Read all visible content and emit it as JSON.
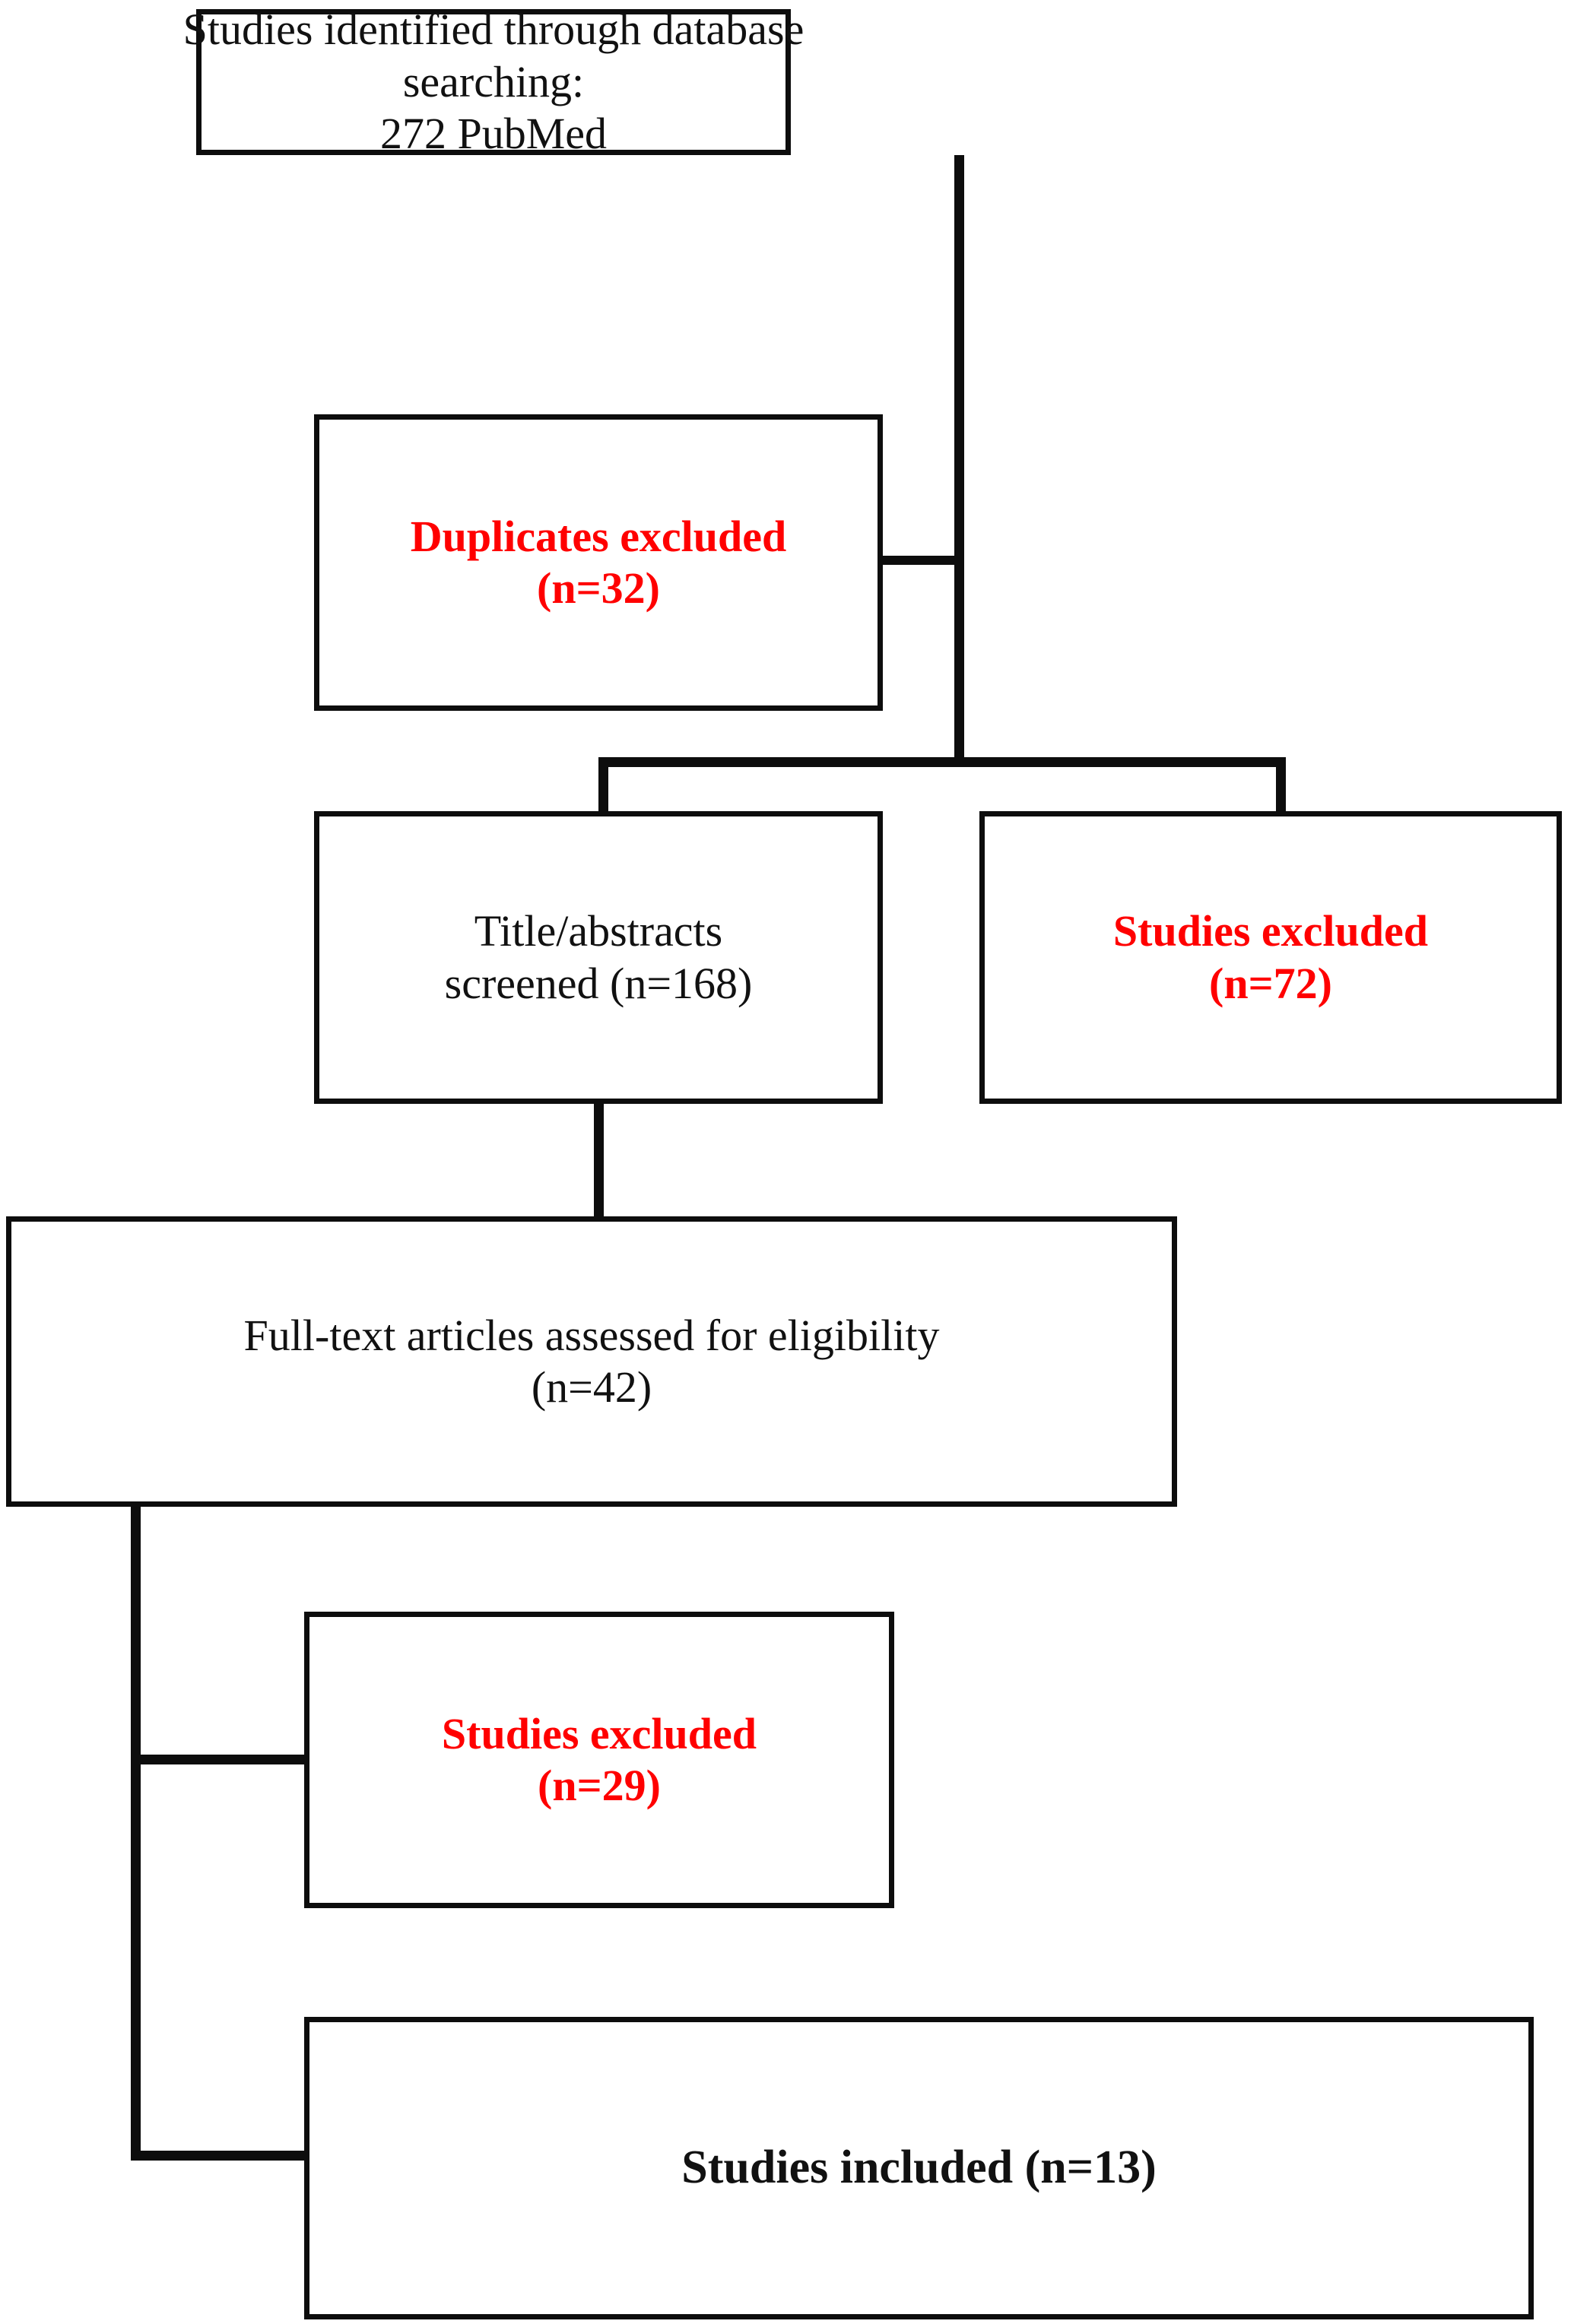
{
  "diagram": {
    "type": "prisma-flow-diagram",
    "colors": {
      "text": "#111111",
      "excluded_text": "#ff0000",
      "border": "#0d0d0d",
      "background": "#ffffff"
    }
  },
  "nodes": {
    "identified": {
      "id": "identified",
      "line1": "Studies identified through database",
      "line2": "searching:",
      "line3": "272 PubMed",
      "count": 272,
      "source": "PubMed"
    },
    "duplicates_excluded": {
      "id": "duplicates-excluded",
      "line1": "Duplicates excluded",
      "line2": "(n=32)",
      "count": 32
    },
    "screened": {
      "id": "title-abstracts-screened",
      "line1": "Title/abstracts",
      "line2": "screened (n=168)",
      "count": 168
    },
    "excluded_screening": {
      "id": "studies-excluded-screening",
      "line1": "Studies excluded",
      "line2": "(n=72)",
      "count": 72
    },
    "fulltext": {
      "id": "full-text-assessed",
      "line1": "Full-text articles assessed for eligibility",
      "line2": "(n=42)",
      "count": 42
    },
    "excluded_fulltext": {
      "id": "studies-excluded-fulltext",
      "line1": "Studies excluded",
      "line2": "(n=29)",
      "count": 29
    },
    "included": {
      "id": "studies-included",
      "line1": "Studies included (n=13)",
      "count": 13
    }
  },
  "flow": [
    {
      "from": "identified",
      "to": "duplicates_excluded"
    },
    {
      "from": "identified",
      "to": "screened"
    },
    {
      "from": "identified",
      "to": "excluded_screening"
    },
    {
      "from": "screened",
      "to": "fulltext"
    },
    {
      "from": "fulltext",
      "to": "excluded_fulltext"
    },
    {
      "from": "fulltext",
      "to": "included"
    }
  ]
}
